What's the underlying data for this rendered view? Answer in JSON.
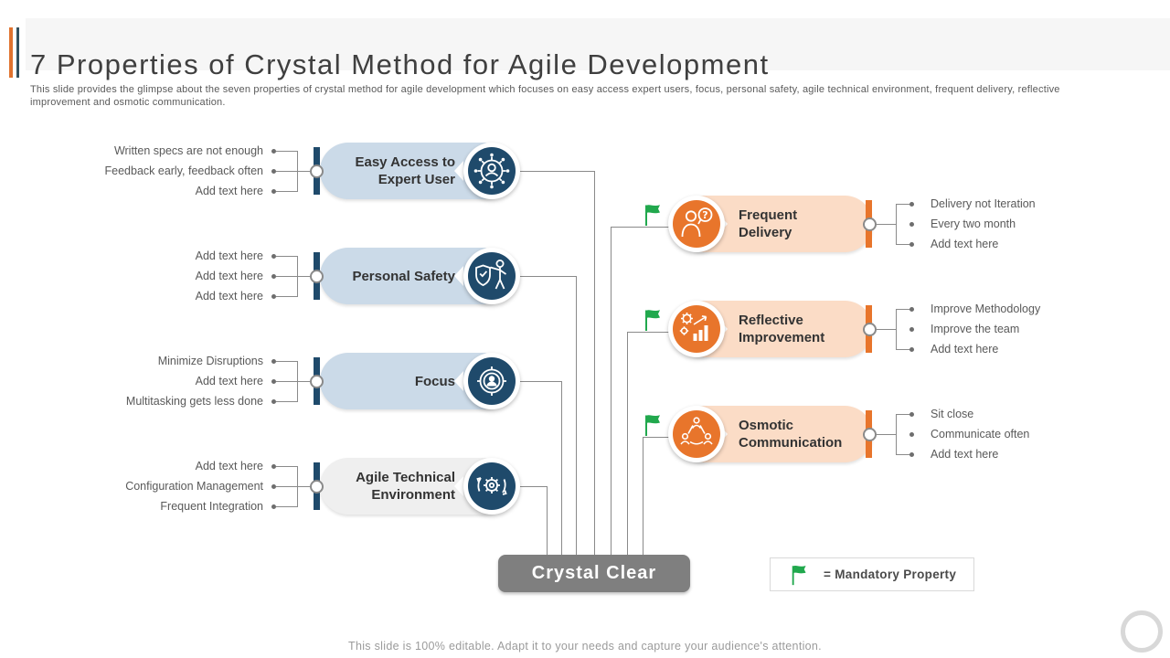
{
  "slide": {
    "title": "7 Properties of Crystal Method for Agile Development",
    "subtitle": "This slide provides the glimpse about the seven properties of crystal method for agile development which focuses on easy access expert users, focus, personal safety, agile technical environment, frequent delivery, reflective improvement and osmotic communication.",
    "footer": "This slide is 100% editable. Adapt it to your needs and capture your audience's attention."
  },
  "colors": {
    "navy": "#1f4a6b",
    "light_blue_box": "#cbdae8",
    "light_gray_box": "#efefef",
    "orange": "#e8752b",
    "peach_box": "#fbdcc6",
    "flag_green": "#21a84d",
    "center_gray": "#7f7f7f",
    "accent_orange": "#e0732f",
    "connector_gray": "#8a8a8a"
  },
  "left_properties": [
    {
      "label": "Easy Access to Expert User",
      "icon": "expert-user-network-icon",
      "bullets": [
        "Written specs are not enough",
        "Feedback early, feedback often",
        "Add text here"
      ]
    },
    {
      "label": "Personal Safety",
      "icon": "shield-person-icon",
      "bullets": [
        "Add text here",
        "Add text here",
        "Add text here"
      ]
    },
    {
      "label": "Focus",
      "icon": "focus-target-person-icon",
      "bullets": [
        "Minimize Disruptions",
        "Add text here",
        "Multitasking gets less done"
      ]
    },
    {
      "label": "Agile Technical Environment",
      "icon": "gear-cycle-icon",
      "bullets": [
        "Add text here",
        "Configuration Management",
        "Frequent Integration"
      ]
    }
  ],
  "right_properties": [
    {
      "label": "Frequent Delivery",
      "icon": "person-question-bubble-icon",
      "mandatory": true,
      "bullets": [
        "Delivery not Iteration",
        "Every two month",
        "Add text here"
      ]
    },
    {
      "label": "Reflective Improvement",
      "icon": "gears-growth-chart-icon",
      "mandatory": true,
      "bullets": [
        "Improve Methodology",
        "Improve the team",
        "Add text here"
      ]
    },
    {
      "label": "Osmotic Communication",
      "icon": "team-network-icon",
      "mandatory": true,
      "bullets": [
        "Sit close",
        "Communicate often",
        "Add text here"
      ]
    }
  ],
  "center": {
    "label": "Crystal Clear"
  },
  "legend": {
    "label": "= Mandatory Property"
  }
}
